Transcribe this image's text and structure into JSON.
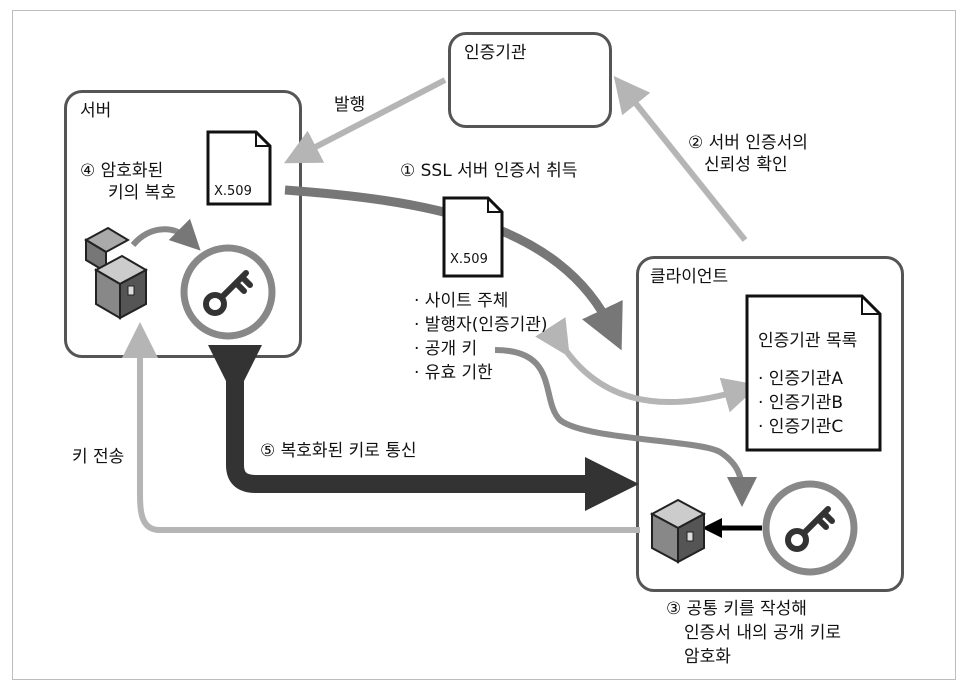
{
  "ca_box": {
    "title": "인증기관"
  },
  "server_box": {
    "title": "서버"
  },
  "client_box": {
    "title": "클라이언트"
  },
  "issue_label": "발행",
  "step1_label": "① SSL 서버 인증서 취득",
  "step2_label": [
    "② 서버 인증서의",
    "신뢰성 확인"
  ],
  "step3_label": [
    "③ 공통 키를 작성해",
    "인증서 내의 공개 키로",
    "암호화"
  ],
  "step4_label": [
    "④ 암호화된",
    "키의 복호"
  ],
  "step5_label": "⑤ 복호화된 키로 통신",
  "key_transfer_label": "키 전송",
  "certificate_text": "X.509",
  "cert_fields": [
    "· 사이트 주체",
    "· 발행자(인증기관)",
    "· 공개 키",
    "· 유효 기한"
  ],
  "ca_list": {
    "title": "인증기관 목록",
    "items": [
      "· 인증기관A",
      "· 인증기관B",
      "· 인증기관C"
    ]
  },
  "colors": {
    "dark": "#3a3a3a",
    "mid": "#7a7a7a",
    "light": "#b5b5b5",
    "border": "#555555"
  },
  "icons": [
    "certificate-icon",
    "treasure-chest-open-icon",
    "treasure-chest-closed-icon",
    "key-icon",
    "arrow-icon"
  ]
}
